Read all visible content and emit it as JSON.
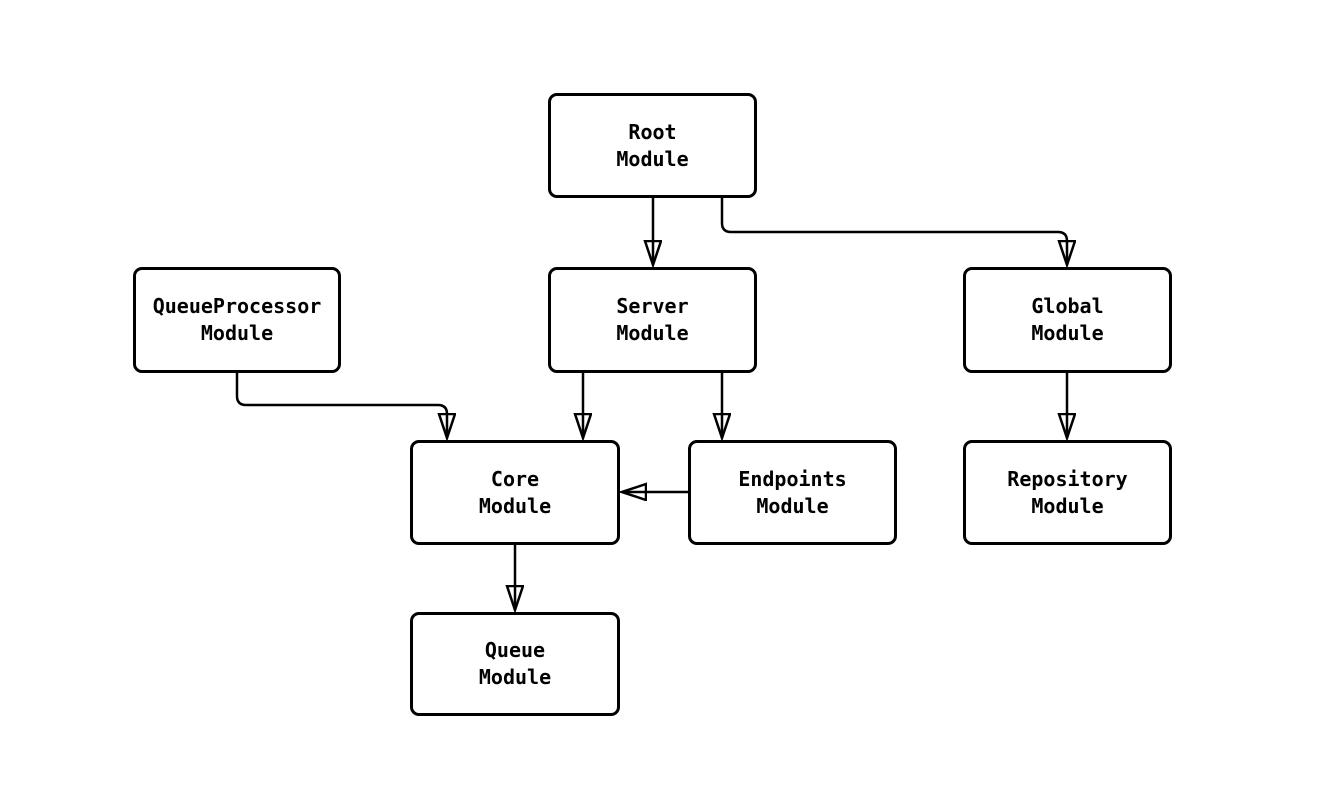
{
  "diagram": {
    "colors": {
      "background": "#ffffff",
      "node_fill": "#ffffff",
      "node_border": "#000000",
      "edge": "#000000",
      "text": "#000000"
    },
    "nodes": [
      {
        "id": "root",
        "line1": "Root",
        "line2": "Module"
      },
      {
        "id": "queueprocessor",
        "line1": "QueueProcessor",
        "line2": "Module"
      },
      {
        "id": "server",
        "line1": "Server",
        "line2": "Module"
      },
      {
        "id": "global",
        "line1": "Global",
        "line2": "Module"
      },
      {
        "id": "core",
        "line1": "Core",
        "line2": "Module"
      },
      {
        "id": "endpoints",
        "line1": "Endpoints",
        "line2": "Module"
      },
      {
        "id": "repository",
        "line1": "Repository",
        "line2": "Module"
      },
      {
        "id": "queue",
        "line1": "Queue",
        "line2": "Module"
      }
    ],
    "edges": [
      {
        "from": "Root Module",
        "to": "Server Module"
      },
      {
        "from": "Root Module",
        "to": "Global Module"
      },
      {
        "from": "QueueProcessor Module",
        "to": "Core Module"
      },
      {
        "from": "Server Module",
        "to": "Core Module"
      },
      {
        "from": "Server Module",
        "to": "Endpoints Module"
      },
      {
        "from": "Endpoints Module",
        "to": "Core Module"
      },
      {
        "from": "Global Module",
        "to": "Repository Module"
      },
      {
        "from": "Core Module",
        "to": "Queue Module"
      }
    ]
  }
}
